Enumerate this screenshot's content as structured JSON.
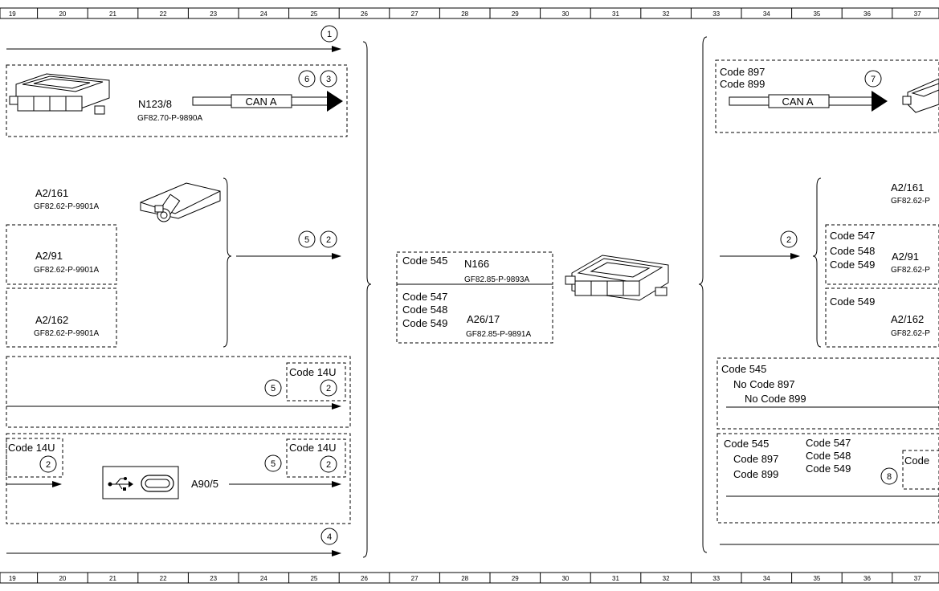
{
  "grid": {
    "columns": [
      "19",
      "20",
      "21",
      "22",
      "23",
      "24",
      "25",
      "26",
      "27",
      "28",
      "29",
      "30",
      "31",
      "32",
      "33",
      "34",
      "35",
      "36",
      "37"
    ]
  },
  "left": {
    "row1": {
      "num": "1"
    },
    "n123": {
      "nums": [
        "6",
        "3"
      ],
      "name": "N123/8",
      "part": "GF82.70-P-9890A",
      "bus": "CAN A"
    },
    "a2_161": {
      "name": "A2/161",
      "part": "GF82.62-P-9901A"
    },
    "a2_91": {
      "name": "A2/91",
      "part": "GF82.62-P-9901A"
    },
    "a2_162": {
      "name": "A2/162",
      "part": "GF82.62-P-9901A"
    },
    "brace_nums": [
      "5",
      "2"
    ],
    "code14u_1": {
      "code": "Code 14U",
      "nums": [
        "5",
        "2"
      ]
    },
    "usb_box": {
      "left_code": "Code 14U",
      "left_num": "2",
      "right_code": "Code 14U",
      "right_nums": [
        "5",
        "2"
      ],
      "name": "A90/5",
      "icon": "usb-icon"
    },
    "row_last": {
      "num": "4"
    }
  },
  "middle": {
    "n166": {
      "code": "Code 545",
      "name": "N166",
      "part": "GF82.85-P-9893A"
    },
    "a26": {
      "codes": [
        "Code 547",
        "Code 548",
        "Code 549"
      ],
      "name": "A26/17",
      "part": "GF82.85-P-9891A"
    }
  },
  "right": {
    "top": {
      "codes": [
        "Code 897",
        "Code 899"
      ],
      "num": "7",
      "bus": "CAN A"
    },
    "arrow_num": "2",
    "a2_161": {
      "name": "A2/161",
      "part": "GF82.62-P"
    },
    "a2_91": {
      "codes": [
        "Code 547",
        "Code 548",
        "Code 549"
      ],
      "name": "A2/91",
      "part": "GF82.62-P"
    },
    "a2_162": {
      "code": "Code 549",
      "name": "A2/162",
      "part": "GF82.62-P"
    },
    "box545": {
      "lines": [
        "Code 545",
        "No Code 897",
        "No Code 899"
      ]
    },
    "bottom": {
      "col1": [
        "Code 545",
        "Code 897",
        "Code 899"
      ],
      "col2": [
        "Code 547",
        "Code 548",
        "Code 549"
      ],
      "num": "8",
      "partial_code": "Code"
    }
  }
}
